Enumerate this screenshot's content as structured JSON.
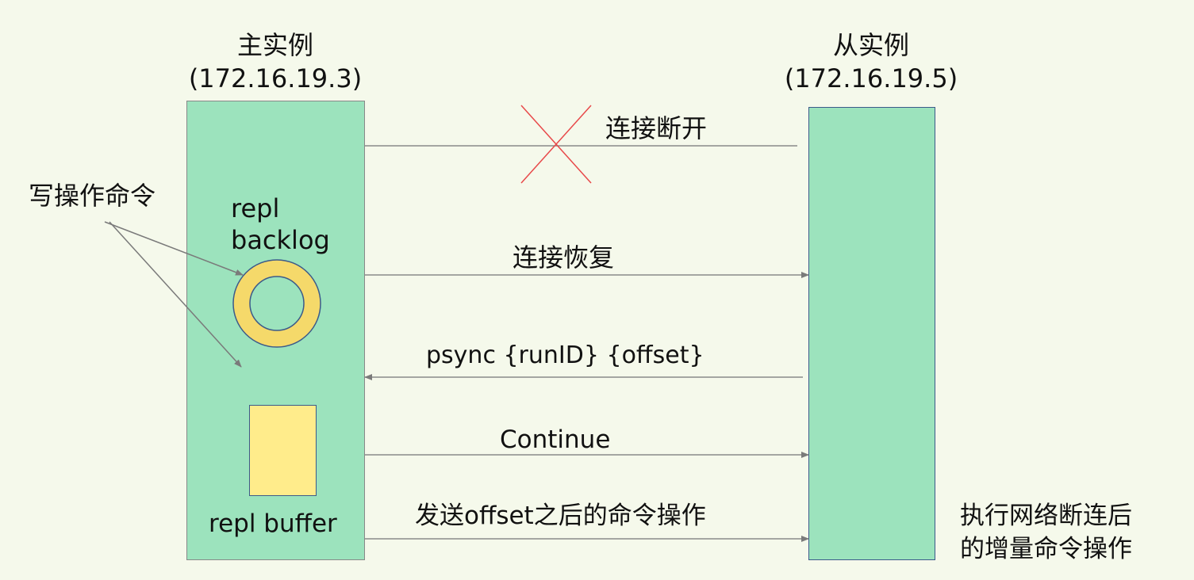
{
  "master": {
    "title": "主实例",
    "ip": "(172.16.19.3)"
  },
  "replica": {
    "title": "从实例",
    "ip": "(172.16.19.5)"
  },
  "write_commands_label": "写操作命令",
  "repl_backlog": {
    "line1": "repl",
    "line2": "backlog"
  },
  "repl_buffer_label": "repl buffer",
  "messages": {
    "disconnect": "连接断开",
    "reconnect": "连接恢复",
    "psync": "psync {runID} {offset}",
    "continue": "Continue",
    "send_commands": "发送offset之后的命令操作"
  },
  "replica_note": {
    "line1": "执行网络断连后",
    "line2": "的增量命令操作"
  },
  "colors": {
    "background": "#f5f9eb",
    "instance_fill": "#9ce3bd",
    "buffer_fill": "#ffec8b",
    "ring_fill": "#f5d96a",
    "disconnect_cross": "#e8494a"
  }
}
